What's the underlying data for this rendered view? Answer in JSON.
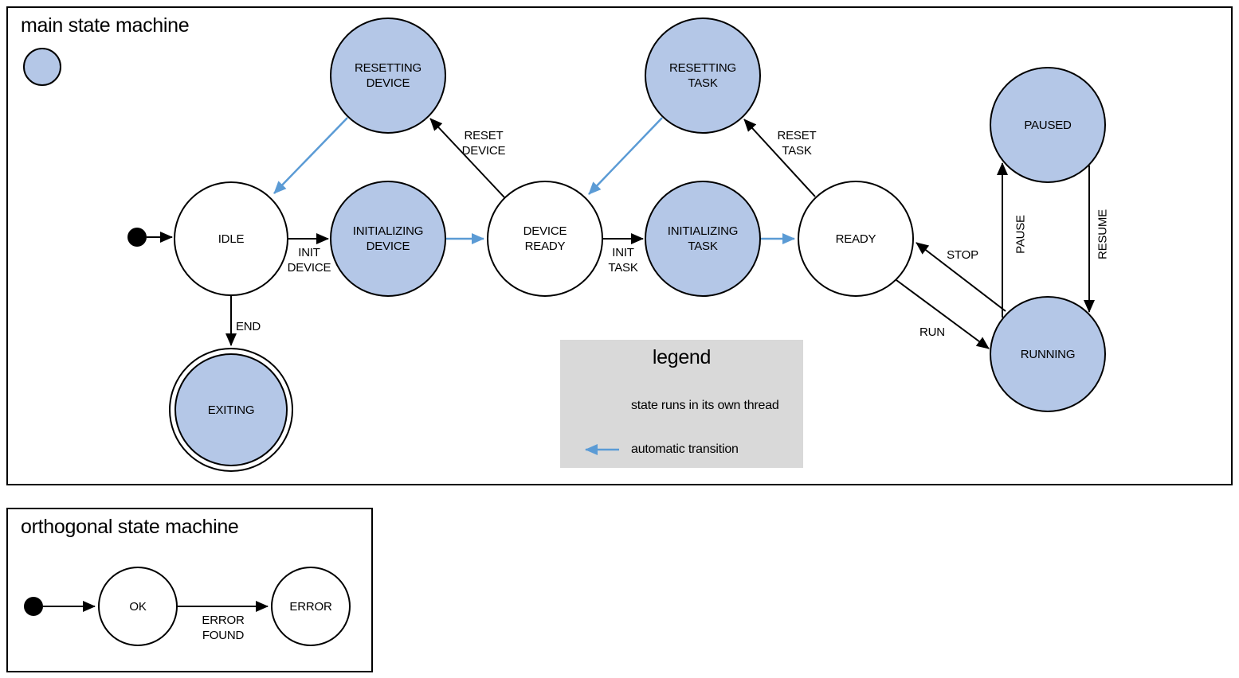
{
  "colors": {
    "threaded_fill": "#b4c7e7",
    "auto_transition": "#5b9bd5",
    "line": "#000000",
    "legend_bg": "#d9d9d9"
  },
  "main_machine": {
    "title": "main state machine",
    "states": {
      "idle": {
        "label": "IDLE",
        "threaded": false
      },
      "resetting_device": {
        "label": "RESETTING DEVICE",
        "threaded": true
      },
      "initializing_device": {
        "label": "INITIALIZING DEVICE",
        "threaded": true
      },
      "device_ready": {
        "label": "DEVICE READY",
        "threaded": false
      },
      "resetting_task": {
        "label": "RESETTING TASK",
        "threaded": true
      },
      "initializing_task": {
        "label": "INITIALIZING TASK",
        "threaded": true
      },
      "ready": {
        "label": "READY",
        "threaded": false
      },
      "paused": {
        "label": "PAUSED",
        "threaded": true
      },
      "running": {
        "label": "RUNNING",
        "threaded": true
      },
      "exiting": {
        "label": "EXITING",
        "threaded": true,
        "final": true
      }
    },
    "transitions": {
      "init_device": {
        "label": "INIT DEVICE"
      },
      "reset_device": {
        "label": "RESET DEVICE"
      },
      "init_task": {
        "label": "INIT TASK"
      },
      "reset_task": {
        "label": "RESET TASK"
      },
      "run": {
        "label": "RUN"
      },
      "stop": {
        "label": "STOP"
      },
      "pause": {
        "label": "PAUSE"
      },
      "resume": {
        "label": "RESUME"
      },
      "end": {
        "label": "END"
      }
    }
  },
  "legend": {
    "title": "legend",
    "items": [
      {
        "label": "state runs in its own thread"
      },
      {
        "label": "automatic transition"
      }
    ]
  },
  "orthogonal_machine": {
    "title": "orthogonal state machine",
    "states": {
      "ok": {
        "label": "OK",
        "threaded": false
      },
      "error": {
        "label": "ERROR",
        "threaded": false
      }
    },
    "transitions": {
      "error_found": {
        "label": "ERROR FOUND"
      }
    }
  }
}
